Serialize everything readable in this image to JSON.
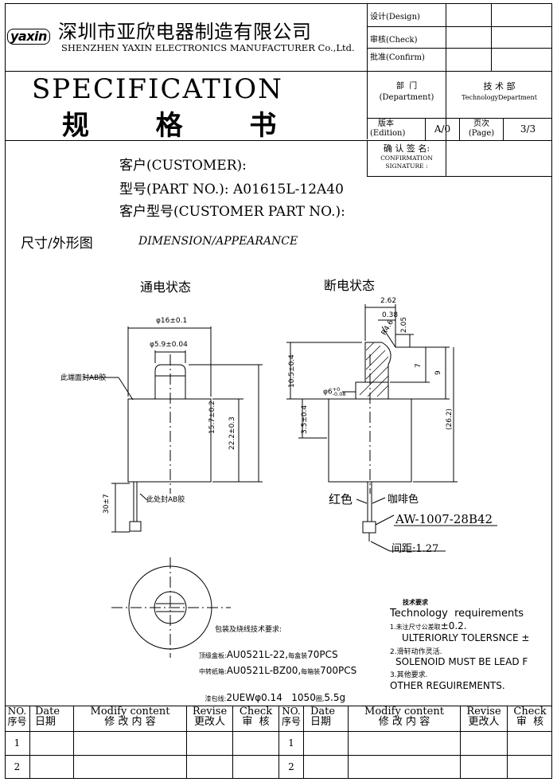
{
  "header": {
    "logo": "yaxin",
    "company_cn": "深圳市亚欣电器制造有限公司",
    "company_en": "SHENZHEN YAXIN ELECTRONICS MANUFACTURER Co.,Ltd.",
    "design_label": "设计(Design)",
    "check_label": "审核(Check)",
    "confirm_label": "批准(Confirm)"
  },
  "title": {
    "en": "SPECIFICATION",
    "cn": "规  格  书"
  },
  "info": {
    "department_label_cn": "部  门",
    "department_label_en": "(Department)",
    "department_value_cn": "技 术 部",
    "department_value_en": "TechnologyDepartment",
    "edition_label_cn": "版本",
    "edition_label_en": "(Edition)",
    "edition_value": "A/0",
    "page_label_cn": "页次",
    "page_label_en": "(Page)",
    "page_value": "3/3",
    "signature_label_cn": "确 认 签 名:",
    "signature_label_en1": "CONFIRMATION",
    "signature_label_en2": "SIGNATURE :"
  },
  "customer": {
    "customer_line": "客户(CUSTOMER):",
    "part_no_line": "型号(PART NO.): A01615L-12A40",
    "customer_part_line": "客户型号(CUSTOMER PART NO.):"
  },
  "section": {
    "cn": "尺寸/外形图",
    "en": "DIMENSION/APPEARANCE"
  },
  "drawing": {
    "left_title": "通电状态",
    "right_title": "断电状态",
    "dim_outer_dia": "φ16±0.1",
    "dim_plunger_dia": "φ5.9±0.04",
    "label_ab_glue_top": "此端面封AB胶",
    "label_ab_glue_bottom": "此处封AB胶",
    "dim_body_height": "15.7±0.2",
    "dim_total_height": "22.2±0.3",
    "dim_wire_length": "30±7",
    "dim_262": "2.62",
    "dim_038": "0.38",
    "dim_r46": "R4.6",
    "dim_205": "2.05",
    "dim_7": "7",
    "dim_9": "9",
    "dim_105": "10.5±0.4",
    "dim_d6": "φ6",
    "dim_d6_tol_upper": "+0",
    "dim_d6_tol_lower": "-0.08",
    "dim_35": "3.5±0.4",
    "dim_262b": "(26.2)",
    "wire_red": "红色",
    "wire_brown": "咖啡色",
    "wire_spec": "AW-1007-28B42",
    "pitch": "间距:1.27"
  },
  "packaging": {
    "title": "包装及绕线技术要求:",
    "line1_label": "顶级盒板:",
    "line1_value": "AU0521L-22,",
    "line1_suffix_label": "每盒装",
    "line1_suffix": "70PCS",
    "line2_label": "中转纸箱:",
    "line2_value": "AU0521L-BZ00,",
    "line2_suffix_label": "每箱装",
    "line2_suffix": "700PCS",
    "line3_label": "漆包线:",
    "line3_value": "2UEWφ0.14   1050",
    "line3_mid": "圈,",
    "line3_suffix": "5.5g"
  },
  "tech": {
    "title_cn": "技术要求",
    "title_en": "Technology  requirements",
    "item1_cn": "1.未注尺寸公差取",
    "item1_val": "±0.2.",
    "item1_en": "ULTERIORLY TOLERSNCE ±",
    "item2_cn": "2.滑轩动作灵活.",
    "item2_en": "SOLENOID MUST BE LEAD F",
    "item3_cn": "3.其他要求.",
    "item3_en": "OTHER REGUIREMENTS."
  },
  "revision": {
    "no_en": "NO.",
    "no_cn": "序号",
    "date_en": "Date",
    "date_cn": "日期",
    "content_en": "Modify content",
    "content_cn": "修 改 内 容",
    "revise_en": "Revise",
    "revise_cn": "更改人",
    "check_en": "Check",
    "check_cn": "审  核",
    "rows": [
      "1",
      "2"
    ]
  }
}
